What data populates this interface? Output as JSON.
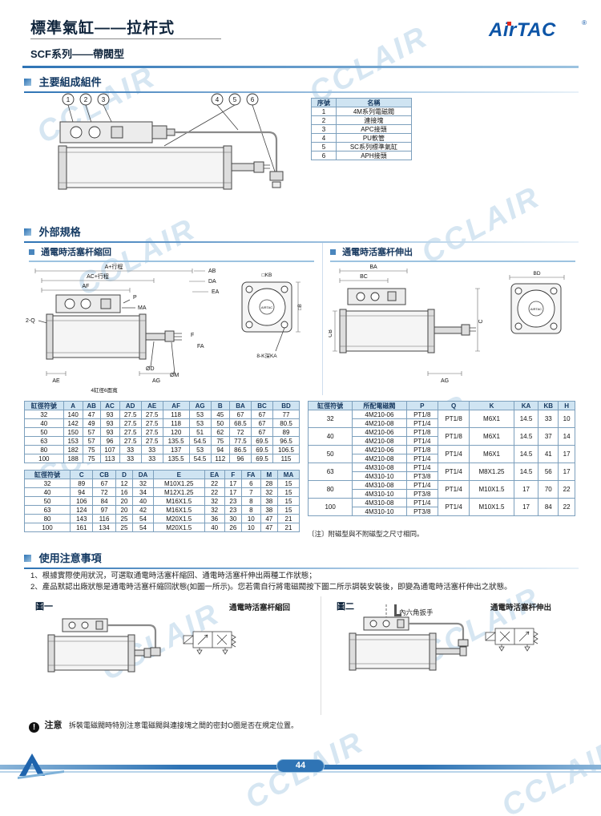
{
  "page": {
    "title": "標準氣缸——拉杆式",
    "subtitle": "SCF系列——帶閥型",
    "brand": "AirTAC",
    "reg_mark": "®",
    "watermark": "CCLAIR",
    "page_number": "44"
  },
  "sections": {
    "components_title": "主要組成組件",
    "external_title": "外部規格",
    "usage_title": "使用注意事項",
    "retract_label": "通電時活塞杆縮回",
    "extend_label": "通電時活塞杆伸出"
  },
  "callouts": [
    "1",
    "2",
    "3",
    "4",
    "5",
    "6"
  ],
  "components_table": {
    "headers": [
      "序號",
      "名稱"
    ],
    "rows": [
      [
        "1",
        "4M系列電磁閥"
      ],
      [
        "2",
        "連接塊"
      ],
      [
        "3",
        "APC接頭"
      ],
      [
        "4",
        "PU軟管"
      ],
      [
        "5",
        "SC系列標準氣缸"
      ],
      [
        "6",
        "APH接頭"
      ]
    ]
  },
  "retract_labels": {
    "a": "A+行程",
    "ac": "AC+行程",
    "af": "AF",
    "ab": "AB",
    "da": "DA",
    "ea": "EA",
    "p": "P",
    "ma": "MA",
    "q": "2-Q",
    "d": "ØD",
    "m": "ØM",
    "f": "F",
    "fa": "FA",
    "ae": "AE",
    "ag": "AG",
    "flats": "4缸徑6面寬"
  },
  "flange_labels": {
    "holes": "8-K深KA",
    "b": "□B",
    "kb": "□KB",
    "brand": "AIRTAC"
  },
  "extend_labels": {
    "ba": "BA",
    "bc": "BC",
    "cb": "CB",
    "c": "C",
    "ag": "AG",
    "bd": "BD",
    "brand": "AIRTAC"
  },
  "dim_table1": {
    "headers": [
      "缸徑符號",
      "A",
      "AB",
      "AC",
      "AD",
      "AE",
      "AF",
      "AG",
      "B",
      "BA",
      "BC",
      "BD"
    ],
    "rows": [
      [
        "32",
        "140",
        "47",
        "93",
        "27.5",
        "27.5",
        "118",
        "53",
        "45",
        "67",
        "67",
        "77"
      ],
      [
        "40",
        "142",
        "49",
        "93",
        "27.5",
        "27.5",
        "118",
        "53",
        "50",
        "68.5",
        "67",
        "80.5"
      ],
      [
        "50",
        "150",
        "57",
        "93",
        "27.5",
        "27.5",
        "120",
        "51",
        "62",
        "72",
        "67",
        "89"
      ],
      [
        "63",
        "153",
        "57",
        "96",
        "27.5",
        "27.5",
        "135.5",
        "54.5",
        "75",
        "77.5",
        "69.5",
        "96.5"
      ],
      [
        "80",
        "182",
        "75",
        "107",
        "33",
        "33",
        "137",
        "53",
        "94",
        "86.5",
        "69.5",
        "106.5"
      ],
      [
        "100",
        "188",
        "75",
        "113",
        "33",
        "33",
        "135.5",
        "54.5",
        "112",
        "96",
        "69.5",
        "115"
      ]
    ]
  },
  "dim_table2": {
    "headers": [
      "缸徑符號",
      "C",
      "CB",
      "D",
      "DA",
      "E",
      "EA",
      "F",
      "FA",
      "M",
      "MA"
    ],
    "rows": [
      [
        "32",
        "89",
        "67",
        "12",
        "32",
        "M10X1.25",
        "22",
        "17",
        "6",
        "28",
        "15"
      ],
      [
        "40",
        "94",
        "72",
        "16",
        "34",
        "M12X1.25",
        "22",
        "17",
        "7",
        "32",
        "15"
      ],
      [
        "50",
        "106",
        "84",
        "20",
        "40",
        "M16X1.5",
        "32",
        "23",
        "8",
        "38",
        "15"
      ],
      [
        "63",
        "124",
        "97",
        "20",
        "42",
        "M16X1.5",
        "32",
        "23",
        "8",
        "38",
        "15"
      ],
      [
        "80",
        "143",
        "116",
        "25",
        "54",
        "M20X1.5",
        "36",
        "30",
        "10",
        "47",
        "21"
      ],
      [
        "100",
        "161",
        "134",
        "25",
        "54",
        "M20X1.5",
        "40",
        "26",
        "10",
        "47",
        "21"
      ]
    ]
  },
  "valve_table": {
    "headers": [
      "缸徑符號",
      "所配電磁閥",
      "P",
      "Q",
      "K",
      "KA",
      "KB",
      "H"
    ],
    "groups": [
      {
        "bore": "32",
        "valves": [
          [
            "4M210-06",
            "PT1/8"
          ],
          [
            "4M210-08",
            "PT1/4"
          ]
        ],
        "merged": [
          "PT1/8",
          "M6X1",
          "14.5",
          "33",
          "10"
        ]
      },
      {
        "bore": "40",
        "valves": [
          [
            "4M210-06",
            "PT1/8"
          ],
          [
            "4M210-08",
            "PT1/4"
          ]
        ],
        "merged": [
          "PT1/8",
          "M6X1",
          "14.5",
          "37",
          "14"
        ]
      },
      {
        "bore": "50",
        "valves": [
          [
            "4M210-06",
            "PT1/8"
          ],
          [
            "4M210-08",
            "PT1/4"
          ]
        ],
        "merged": [
          "PT1/4",
          "M6X1",
          "14.5",
          "41",
          "17"
        ]
      },
      {
        "bore": "63",
        "valves": [
          [
            "4M310-08",
            "PT1/4"
          ],
          [
            "4M310-10",
            "PT3/8"
          ]
        ],
        "merged": [
          "PT1/4",
          "M8X1.25",
          "14.5",
          "56",
          "17"
        ]
      },
      {
        "bore": "80",
        "valves": [
          [
            "4M310-08",
            "PT1/4"
          ],
          [
            "4M310-10",
            "PT3/8"
          ]
        ],
        "merged": [
          "PT1/4",
          "M10X1.5",
          "17",
          "70",
          "22"
        ]
      },
      {
        "bore": "100",
        "valves": [
          [
            "4M310-08",
            "PT1/4"
          ],
          [
            "4M310-10",
            "PT3/8"
          ]
        ],
        "merged": [
          "PT1/4",
          "M10X1.5",
          "17",
          "84",
          "22"
        ]
      }
    ],
    "note": "〔注〕附磁型與不附磁型之尺寸相同。"
  },
  "usage": {
    "line1": "1、根據實際使用狀況，可選取通電時活塞杆縮回、通電時活塞杆伸出兩種工作狀態；",
    "line2": "2、產品默認出廠狀態是通電時活塞杆縮回狀態(如圖一所示)。您若需自行將電磁閥按下圖二所示調裝安裝後，即變為通電時活塞杆伸出之狀態。",
    "fig1_label": "圖一",
    "fig1_caption": "通電時活塞杆縮回",
    "fig2_label": "圖二",
    "fig2_caption": "通電時活塞杆伸出",
    "wrench_label": "內六角扳手",
    "notice_icon": "!",
    "notice_title": "注意",
    "notice_text": "拆裝電磁閥時特別注意電磁閥與連接塊之間的密封O圈是否在規定位置。"
  }
}
